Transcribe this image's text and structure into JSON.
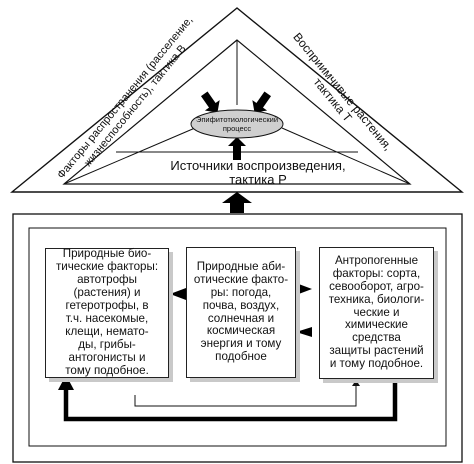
{
  "triangle": {
    "left_side": {
      "line1": "Факторы распространения (расселение,",
      "line2": "жизнеспособность), тактика В"
    },
    "right_side": {
      "line1": "Восприимчивые растения,",
      "line2": "тактика Т"
    },
    "bottom": {
      "line1": "Источники воспроизведения,",
      "line2": "тактика Р"
    },
    "center_process": {
      "line1": "Эпифитотиологический",
      "line2": "процесс"
    }
  },
  "factors": {
    "biotic": "Природные био-\nтические факторы: автотрофы\n(растения) и\nгетеротрофы, в\nт.ч. насекомые,\nклещи, немато-\nды, грибы-\nантогонисты и\nтому подобное.",
    "abiotic": "Природные аби-\nотические факто-\nры: погода,\nпочва, воздух,\nсолнечная и\nкосмическая\nэнергия и тому\nподобное",
    "anthropogenic": "Антропогенные\nфакторы: сорта,\nсевооборот, агро-\nтехника, биологи-\nческие и химические средства\nзащиты растений\nи  тому подобное."
  },
  "colors": {
    "ink": "#111111",
    "arrow": "#000000",
    "ellipse_fill": "#cfcfcf",
    "shadow": "#c9c9c9"
  }
}
